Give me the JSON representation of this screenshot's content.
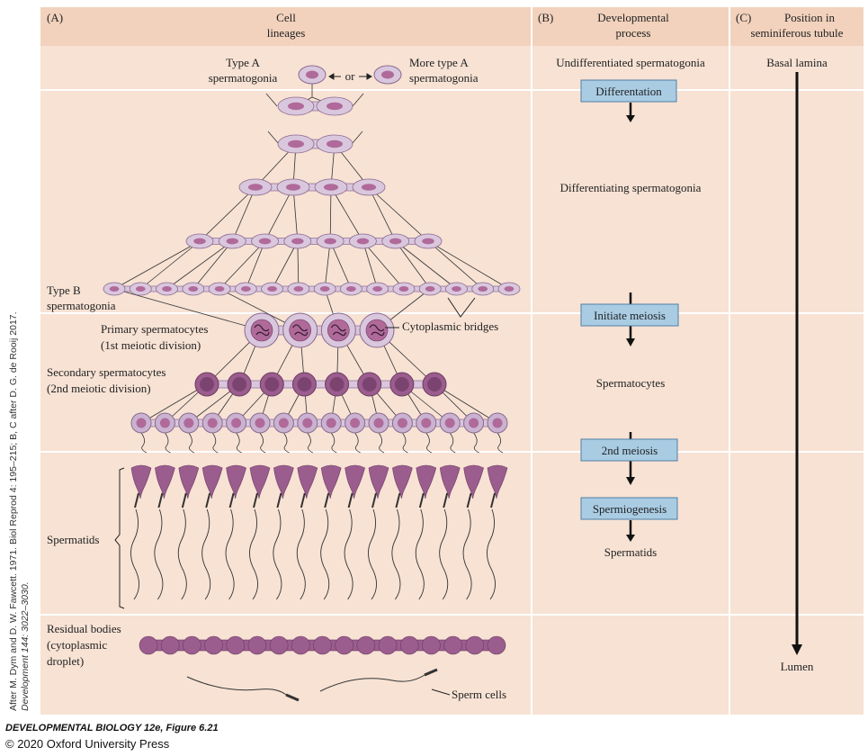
{
  "panels": {
    "a_header": {
      "letter": "(A)",
      "line1": "Cell",
      "line2": "lineages"
    },
    "b_header": {
      "letter": "(B)",
      "line1": "Developmental",
      "line2": "process"
    },
    "c_header": {
      "letter": "(C)",
      "line1": "Position in",
      "line2": "seminiferous tubule"
    }
  },
  "lineage": {
    "type_a_line1": "Type A",
    "type_a_line2": "spermatogonia",
    "or_label": "or",
    "more_type_a_line1": "More type A",
    "more_type_a_line2": "spermatogonia",
    "type_b_line1": "Type B",
    "type_b_line2": "spermatogonia",
    "primary_line1": "Primary spermatocytes",
    "primary_line2": "(1st meiotic division)",
    "cytoplasmic_bridges": "Cytoplasmic bridges",
    "secondary_line1": "Secondary spermatocytes",
    "secondary_line2": "(2nd meiotic division)",
    "spermatids": "Spermatids",
    "residual_line1": "Residual bodies",
    "residual_line2": "(cytoplasmic",
    "residual_line3": "droplet)",
    "sperm_cells": "Sperm cells"
  },
  "process": {
    "undifferentiated": "Undifferentiated spermatogonia",
    "differentiation_box": "Differentation",
    "differentiating": "Differentiating spermatogonia",
    "initiate_meiosis_box": "Initiate meiosis",
    "spermatocytes": "Spermatocytes",
    "second_meiosis_box": "2nd meiosis",
    "spermiogenesis_box": "Spermiogenesis",
    "spermatids": "Spermatids"
  },
  "position": {
    "top": "Basal lamina",
    "bottom": "Lumen"
  },
  "credit": {
    "line1": "After M. Dym and D. W. Fawcett. 1971. Biol Reprod 4: 195–215; B, C after D. G. de Rooij 2017.",
    "line2": "Development 144: 3022–3030."
  },
  "footer": {
    "title": "DEVELOPMENTAL BIOLOGY 12e, Figure 6.21",
    "copyright": "© 2020 Oxford University Press"
  },
  "colors": {
    "background": "#f7e2d4",
    "header": "#f2d2bd",
    "cell": "#d9c7de",
    "nucleus": "#b06a9a",
    "box": "#a9cce3"
  }
}
